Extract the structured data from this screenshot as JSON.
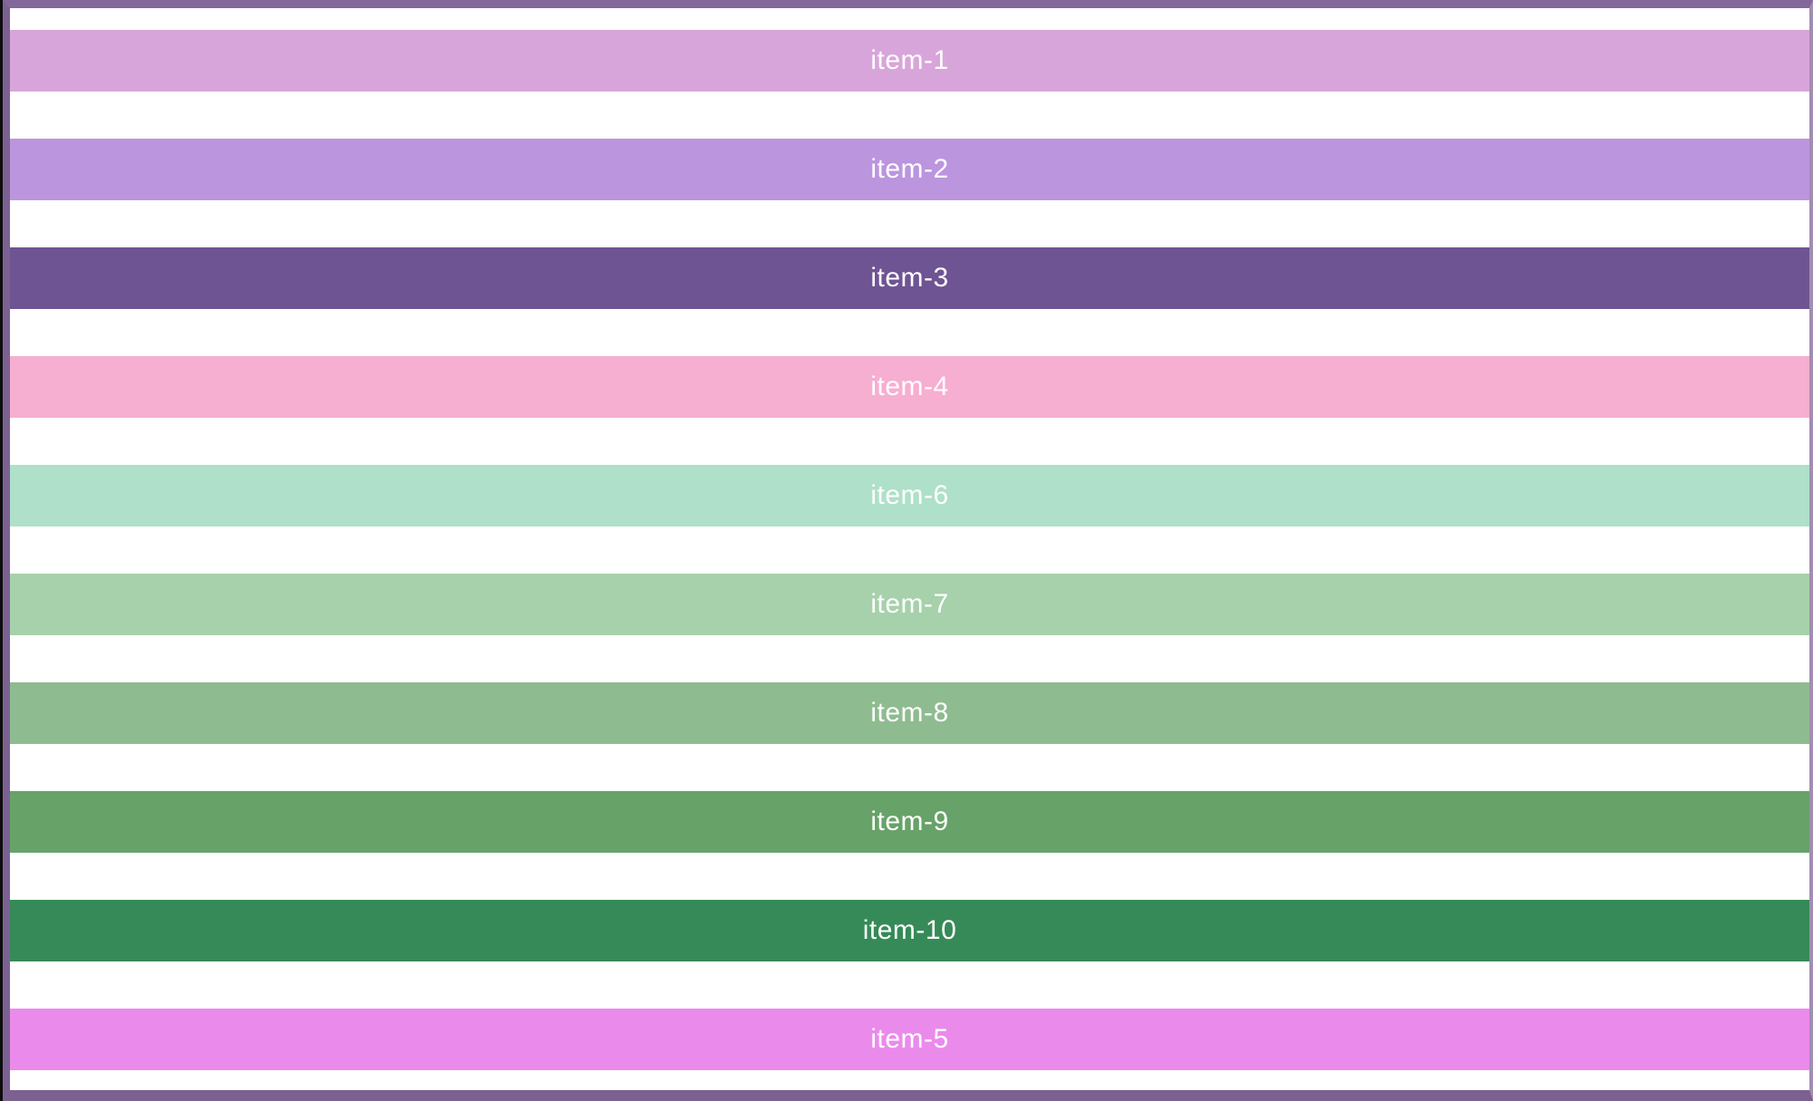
{
  "page": {
    "background": "#ffffff",
    "text_color": "#ffffff",
    "frame": {
      "top_color": "#82689A",
      "left_color": "#7C6293",
      "right_color": "#A28DB1",
      "bottom_color": "#7A6190",
      "outer_edge_color": "#0d0d0d"
    }
  },
  "list": {
    "items": [
      {
        "label": "item-1",
        "color": "#D8A5DA"
      },
      {
        "label": "item-2",
        "color": "#BB95DE"
      },
      {
        "label": "item-3",
        "color": "#6E5493"
      },
      {
        "label": "item-4",
        "color": "#F6AED1"
      },
      {
        "label": "item-6",
        "color": "#AFE0C9"
      },
      {
        "label": "item-7",
        "color": "#A6D1AB"
      },
      {
        "label": "item-8",
        "color": "#8FBB91"
      },
      {
        "label": "item-9",
        "color": "#67A269"
      },
      {
        "label": "item-10",
        "color": "#368A58"
      },
      {
        "label": "item-5",
        "color": "#EA8BEB"
      }
    ]
  }
}
